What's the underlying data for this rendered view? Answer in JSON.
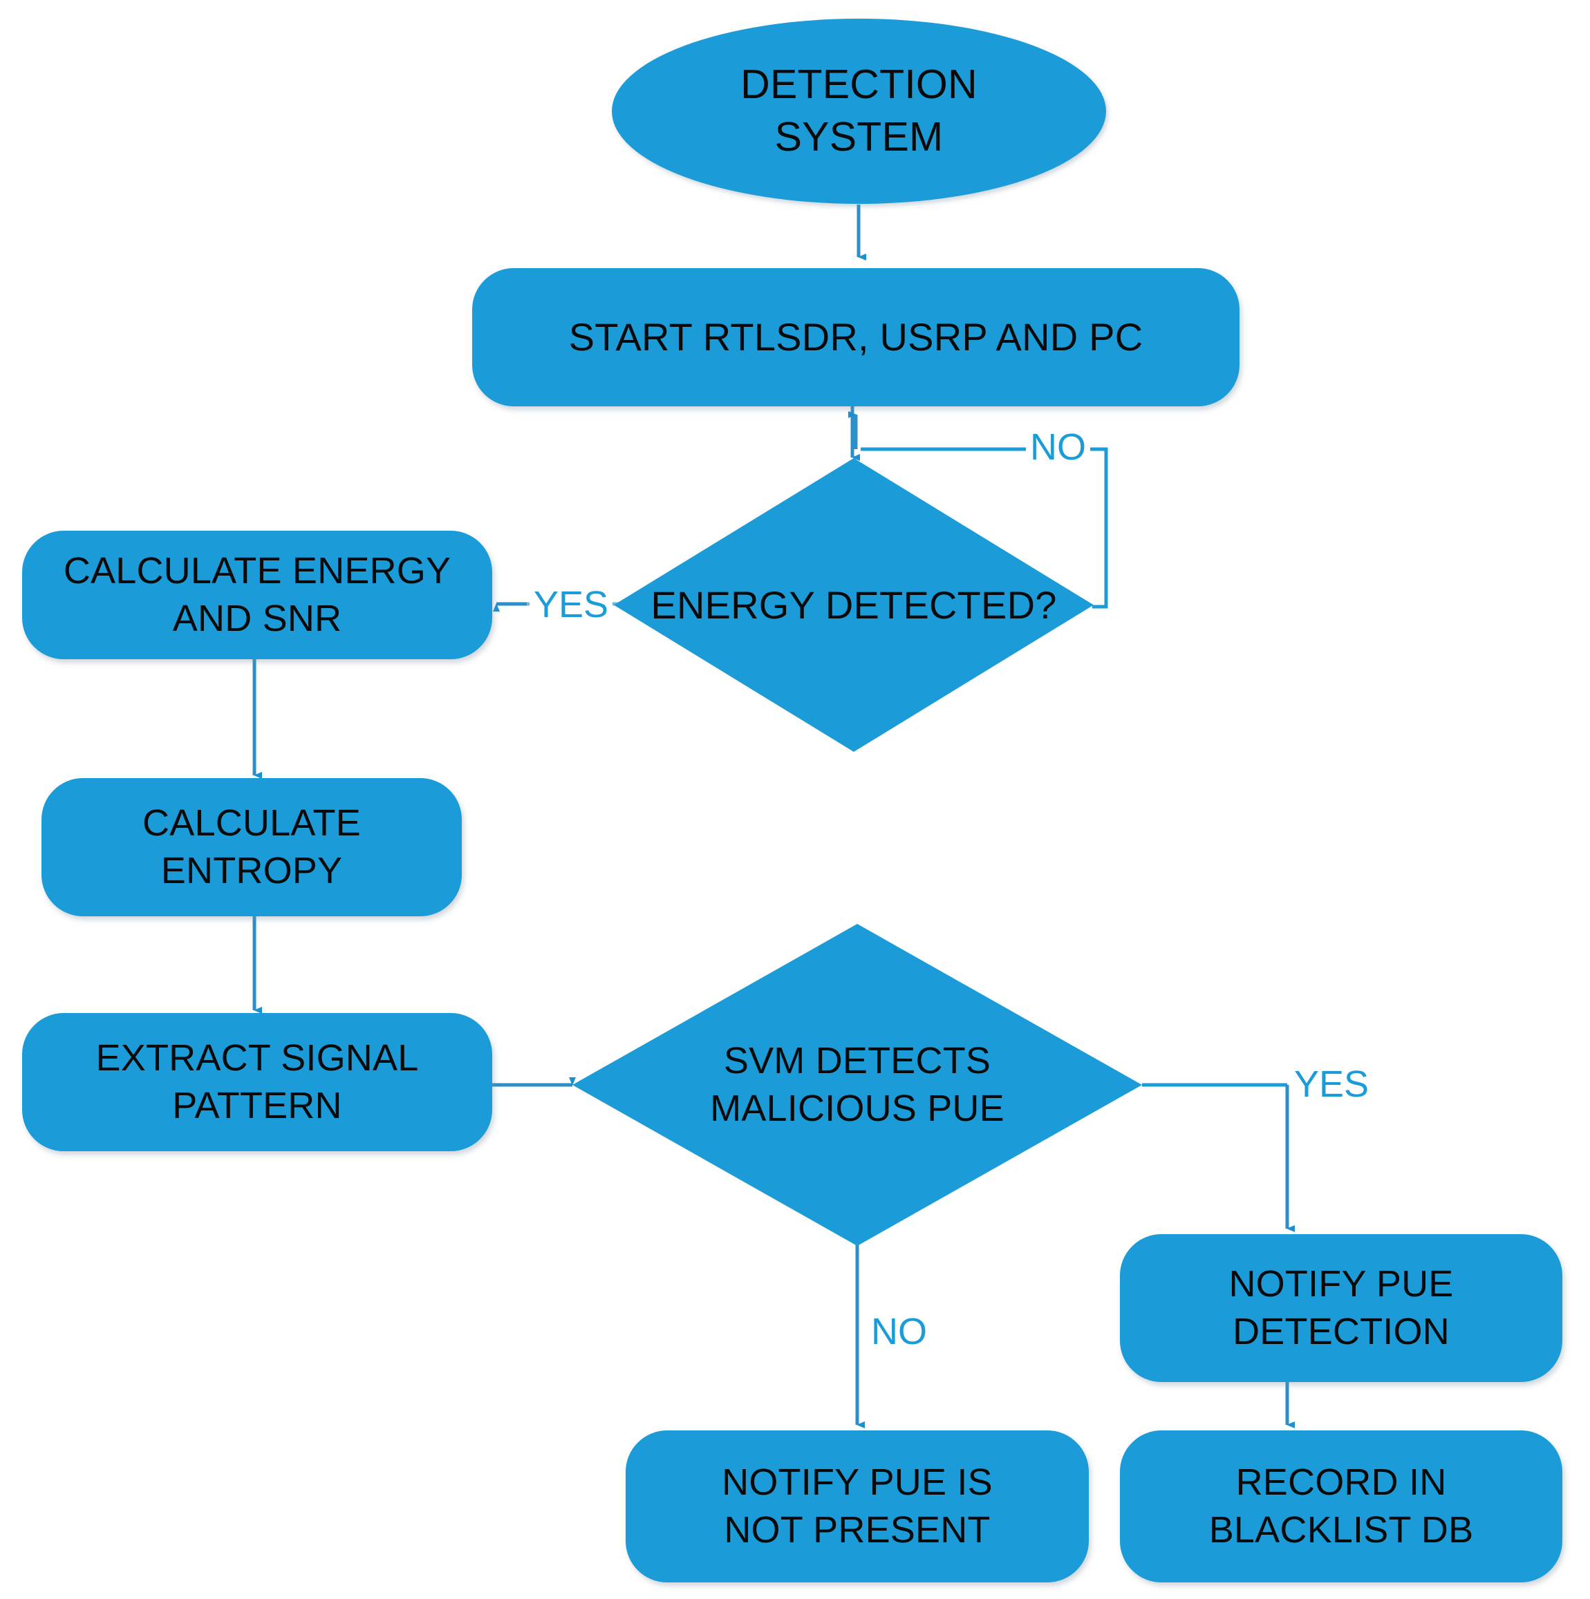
{
  "diagram": {
    "title": "Detection System Flowchart",
    "colors": {
      "node_fill": "#1B9BD8",
      "edge_line": "#1B9BD8",
      "edge_label": "#1B9BD8",
      "node_text": "#0a0a0a",
      "background": "#FFFFFF"
    },
    "nodes": [
      {
        "id": "detection-system",
        "shape": "terminator-ellipse",
        "label": "DETECTION SYSTEM",
        "lines": [
          "DETECTION",
          "SYSTEM"
        ]
      },
      {
        "id": "start-hardware",
        "shape": "process-rounded",
        "label": "START RTLSDR, USRP AND PC",
        "lines": [
          "START RTLSDR, USRP AND PC"
        ]
      },
      {
        "id": "energy-detected",
        "shape": "decision-diamond",
        "label": "ENERGY DETECTED?",
        "lines": [
          "ENERGY DETECTED?"
        ]
      },
      {
        "id": "calculate-energy-snr",
        "shape": "process-rounded",
        "label": "CALCULATE ENERGY AND SNR",
        "lines": [
          "CALCULATE ENERGY",
          "AND SNR"
        ]
      },
      {
        "id": "calculate-entropy",
        "shape": "process-rounded",
        "label": "CALCULATE ENTROPY",
        "lines": [
          "CALCULATE",
          "ENTROPY"
        ]
      },
      {
        "id": "extract-signal-pattern",
        "shape": "process-rounded",
        "label": "EXTRACT SIGNAL PATTERN",
        "lines": [
          "EXTRACT SIGNAL",
          "PATTERN"
        ]
      },
      {
        "id": "svm-detects-malicious-pue",
        "shape": "decision-diamond",
        "label": "SVM DETECTS MALICIOUS PUE",
        "lines": [
          "SVM DETECTS",
          "MALICIOUS PUE"
        ]
      },
      {
        "id": "notify-pue-detection",
        "shape": "process-rounded",
        "label": "NOTIFY PUE DETECTION",
        "lines": [
          "NOTIFY PUE",
          "DETECTION"
        ]
      },
      {
        "id": "notify-pue-not-present",
        "shape": "process-rounded",
        "label": "NOTIFY PUE IS NOT PRESENT",
        "lines": [
          "NOTIFY PUE IS",
          "NOT PRESENT"
        ]
      },
      {
        "id": "record-blacklist-db",
        "shape": "process-rounded",
        "label": "RECORD IN BLACKLIST DB",
        "lines": [
          "RECORD IN",
          "BLACKLIST DB"
        ]
      }
    ],
    "edges": [
      {
        "id": "e-start",
        "from": "detection-system",
        "to": "start-hardware",
        "label": ""
      },
      {
        "id": "e-start-decision",
        "from": "start-hardware",
        "to": "energy-detected",
        "label": ""
      },
      {
        "id": "e-energy-no-loop",
        "from": "energy-detected",
        "to": "start-hardware",
        "label": "NO"
      },
      {
        "id": "e-energy-yes",
        "from": "energy-detected",
        "to": "calculate-energy-snr",
        "label": "YES"
      },
      {
        "id": "e-energy-entropy",
        "from": "calculate-energy-snr",
        "to": "calculate-entropy",
        "label": ""
      },
      {
        "id": "e-entropy-extract",
        "from": "calculate-entropy",
        "to": "extract-signal-pattern",
        "label": ""
      },
      {
        "id": "e-extract-svm",
        "from": "extract-signal-pattern",
        "to": "svm-detects-malicious-pue",
        "label": ""
      },
      {
        "id": "e-svm-yes",
        "from": "svm-detects-malicious-pue",
        "to": "notify-pue-detection",
        "label": "YES"
      },
      {
        "id": "e-svm-no",
        "from": "svm-detects-malicious-pue",
        "to": "notify-pue-not-present",
        "label": "NO"
      },
      {
        "id": "e-notify-record",
        "from": "notify-pue-detection",
        "to": "record-blacklist-db",
        "label": ""
      }
    ],
    "edge_labels": {
      "energy_no": "NO",
      "energy_yes": "YES",
      "svm_yes": "YES",
      "svm_no": "NO"
    }
  }
}
